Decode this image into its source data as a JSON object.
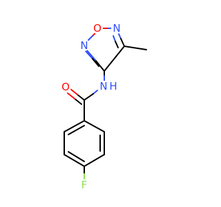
{
  "atoms": {
    "O_ring": {
      "symbol": "O",
      "color": "#ff0d0d"
    },
    "N_ring_right": {
      "symbol": "N",
      "color": "#3050f8"
    },
    "N_ring_left": {
      "symbol": "N",
      "color": "#3050f8"
    },
    "O_carbonyl": {
      "symbol": "O",
      "color": "#ff0d0d"
    },
    "N_amide": {
      "symbol": "N",
      "color": "#3050f8"
    },
    "H_amide": {
      "symbol": "H",
      "color": "#3050f8"
    },
    "F": {
      "symbol": "F",
      "color": "#90e050"
    }
  }
}
